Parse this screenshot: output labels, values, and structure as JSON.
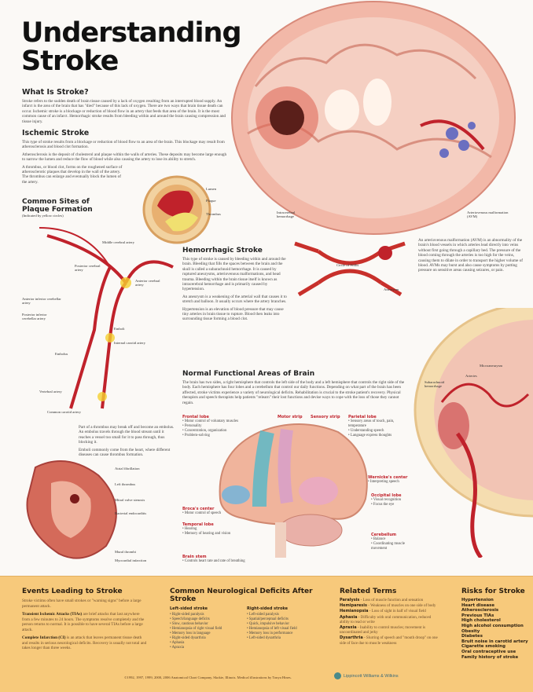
{
  "title": [
    "Understanding",
    "Stroke"
  ],
  "what": {
    "heading": "What Is Stroke?",
    "text": "Stroke refers to the sudden death of brain tissue caused by a lack of oxygen resulting from an interrupted blood supply. An infarct is the area of the brain that has \"died\" because of this lack of oxygen. There are two ways that brain tissue death can occur. Ischemic stroke is a blockage or reduction of blood flow in an artery that feeds that area of the brain. It is the most common cause of an infarct. Hemorrhagic stroke results from bleeding within and around the brain causing compression and tissue injury."
  },
  "ischemic": {
    "heading": "Ischemic Stroke",
    "p1": "This type of stroke results from a blockage or reduction of blood flow to an area of the brain. This blockage may result from atherosclerosis and blood clot formation.",
    "p2": "Atherosclerosis is the deposit of cholesterol and plaque within the walls of arteries. These deposits may become large enough to narrow the lumen and reduce the flow of blood while also causing the artery to lose its ability to stretch.",
    "p3": "A thrombus, or blood clot, forms on the roughened surface of atherosclerotic plaques that develop in the wall of the artery. The thrombus can enlarge and eventually block the lumen of the artery."
  },
  "plaque_labels": [
    "Lumen",
    "Plaque",
    "Thrombus"
  ],
  "sites": {
    "heading": [
      "Common Sites of",
      "Plaque Formation"
    ],
    "note": "(Indicated by yellow circles)",
    "labels": [
      "Middle cerebral artery",
      "Posterior cerebral artery",
      "Anterior cerebral artery",
      "Anterior inferior cerebellar artery",
      "Posterior inferior cerebellar artery",
      "Emboli",
      "Internal carotid artery",
      "Embolus",
      "Vertebral artery",
      "Common carotid artery"
    ]
  },
  "brain_labels": [
    "Intracerebral hemorrhage",
    "Arteriovenous malformation (AVM)"
  ],
  "hemorrhagic": {
    "heading": "Hemorrhagic Stroke",
    "p1": "This type of stroke is caused by bleeding within and around the brain. Bleeding that fills the spaces between the brain and the skull is called a subarachnoid hemorrhage. It is caused by ruptured aneurysms, arteriovenous malformations, and head trauma. Bleeding within the brain tissue itself is known as intracerebral hemorrhage and is primarily caused by hypertension.",
    "p2": "An aneurysm is a weakening of the arterial wall that causes it to stretch and balloon. It usually occurs where the artery branches.",
    "p3": "Hypertension is an elevation of blood pressure that may cause tiny arteries in brain tissue to rupture. Blood then leaks into surrounding tissue forming a blood clot."
  },
  "willis_labels": [
    "Circle of Willis",
    "Aneurysm"
  ],
  "avm": {
    "text": "An arteriovenous malformation (AVM) is an abnormality of the brain's blood vessels in which arteries lead directly into veins without first going through a capillary bed. The pressure of the blood coming through the arteries is too high for the veins, causing them to dilate in order to transport the higher volume of blood. AVMs may burst and also cause symptoms by putting pressure on sensitive areas causing seizures, or pain."
  },
  "section_labels": [
    "Microaneurysm",
    "Subarachnoid hemorrhage",
    "Arteries"
  ],
  "embolus_text": [
    "Part of a thrombus may break off and become an embolus. An embolus travels through the blood stream until it reaches a vessel too small for it to pass through, thus blocking it.",
    "Emboli commonly come from the heart, where different diseases can cause thrombus formation."
  ],
  "heart_labels": [
    "Atrial fibrillation",
    "Left thrombus",
    "Mitral valve stenosis",
    "Bacterial endocarditis",
    "Mural thrombi",
    "Myocardial infarction"
  ],
  "functional": {
    "heading": "Normal Functional Areas of Brain",
    "text": "The brain has two sides, a right hemisphere that controls the left side of the body and a left hemisphere that controls the right side of the body. Each hemisphere has four lobes and a cerebellum that control our daily functions. Depending on what part of the brain has been affected, stroke victims experience a variety of neurological deficits. Rehabilitation is crucial to the stroke patient's recovery. Physical therapists and speech therapists help patients \"relearn\" their lost functions and devise ways to cope with the loss of those they cannot regain.",
    "areas": [
      {
        "name": "Frontal lobe",
        "items": [
          "Motor control of voluntary muscles",
          "Personality",
          "Concentration, organization",
          "Problem-solving"
        ]
      },
      {
        "name": "Motor strip",
        "items": []
      },
      {
        "name": "Sensory strip",
        "items": []
      },
      {
        "name": "Parietal lobe",
        "items": [
          "Sensory areas of touch, pain, temperature",
          "Understanding speech",
          "Language express thoughts"
        ]
      },
      {
        "name": "Wernicke's center",
        "items": [
          "Interpreting speech"
        ]
      },
      {
        "name": "Occipital lobe",
        "items": [
          "Visual recognition",
          "Focus the eye"
        ]
      },
      {
        "name": "Broca's center",
        "items": [
          "Motor control of speech"
        ]
      },
      {
        "name": "Temporal lobe",
        "items": [
          "Hearing",
          "Memory of hearing and vision"
        ]
      },
      {
        "name": "Cerebellum",
        "items": [
          "Balance",
          "Coordinating muscle movement"
        ]
      },
      {
        "name": "Brain stem",
        "items": [
          "Controls heart rate and rate of breathing"
        ]
      }
    ]
  },
  "bottom": {
    "events": {
      "heading": "Events Leading to Stroke",
      "p1": "Stroke victims often have small strokes or \"warning signs\" before a large permanent attack.",
      "p2_bold": "Transient Ischemic Attacks (TIAs)",
      "p2": " are brief attacks that last anywhere from a few minutes to 24 hours. The symptoms resolve completely and the person returns to normal. It is possible to have several TIAs before a large attack.",
      "p3_bold": "Complete Infarction (CI)",
      "p3": " is an attack that leaves permanent tissue death and results in serious neurological deficits. Recovery is usually not total and takes longer than three weeks."
    },
    "deficits": {
      "heading": "Common Neurological Deficits After Stroke",
      "left_title": "Left-sided stroke",
      "left": [
        "Right-sided paralysis",
        "Speech/language deficits",
        "Slow, cautious behavior",
        "Hemianopsia of right visual field",
        "Memory loss in language",
        "Right-sided dysarthria",
        "Aphasia",
        "Apraxia"
      ],
      "right_title": "Right-sided stroke",
      "right": [
        "Left-sided paralysis",
        "Spatial/perceptual deficits",
        "Quick, impulsive behavior",
        "Hemianopsia of left visual field",
        "Memory loss in performance",
        "Left-sided dysarthria"
      ]
    },
    "terms": {
      "heading": "Related Terms",
      "items": [
        [
          "Paralysis",
          "Loss of muscle function and sensation"
        ],
        [
          "Hemiparesis",
          "Weakness of muscles on one side of body"
        ],
        [
          "Hemianopsia",
          "Loss of sight in half of visual field"
        ],
        [
          "Aphasia",
          "Difficulty with oral communication, reduced ability to read or write"
        ],
        [
          "Apraxia",
          "Inability to control muscles; movement is uncoordinated and jerky"
        ],
        [
          "Dysarthria",
          "Slurring of speech and \"mouth droop\" on one side of face due to muscle weakness"
        ]
      ]
    },
    "risks": {
      "heading": "Risks for Stroke",
      "items": [
        "Hypertension",
        "Heart disease",
        "Atherosclerosis",
        "Previous TIAs",
        "High cholesterol",
        "High alcohol consumption",
        "Obesity",
        "Diabetes",
        "Bruit noise in carotid artery",
        "Cigarette smoking",
        "Oral contraceptive use",
        "Family history of stroke"
      ]
    },
    "copyright": "©1992, 1997, 1999, 2000, 2006 Anatomical Chart Company, Skokie, Illinois. Medical illustrations by Tonya Hines.",
    "publisher": "Lippincott Williams & Wilkins"
  }
}
